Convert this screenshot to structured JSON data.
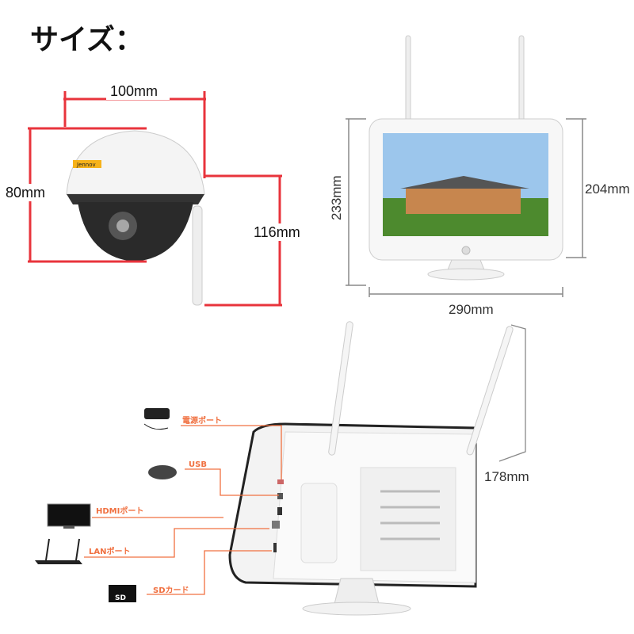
{
  "title": "サイズ：",
  "camera": {
    "brand": "Jennov",
    "width_label": "100mm",
    "height_label": "80mm",
    "total_height_label": "116mm"
  },
  "monitor_front": {
    "height_label": "233mm",
    "screen_height_label": "204mm",
    "width_label": "290mm"
  },
  "monitor_back": {
    "antenna_label": "178mm",
    "ports": [
      {
        "label": "電源ポート",
        "icon": "power-adapter-icon"
      },
      {
        "label": "USB",
        "icon": "mouse-icon"
      },
      {
        "label": "HDMIポート",
        "icon": "tv-icon"
      },
      {
        "label": "LANポート",
        "icon": "router-icon"
      },
      {
        "label": "SDカード",
        "icon": "sd-card-icon"
      }
    ],
    "sd_icon_text": "SD"
  },
  "colors": {
    "dimension_red": "#e8343c",
    "port_orange": "#f07040",
    "dimension_gray": "#888888"
  }
}
